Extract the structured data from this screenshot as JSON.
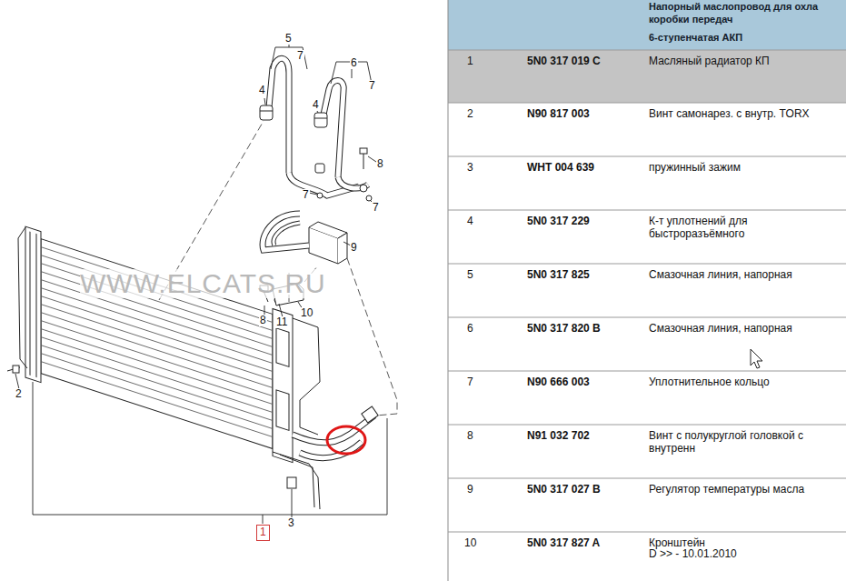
{
  "diagram": {
    "nodes": [
      {
        "text": [
          "1"
        ]
      }
    ],
    "labels": [
      "Напорный маслопровод для охла",
      "коробки передач",
      "6-ступенчатая АКП",
      "1",
      "5N0 317 019 C",
      "Масляный радиатор КП",
      "2",
      "N90 817 003",
      "Винт самонарез. с внутр. TORX",
      "3",
      "WHT 004 639",
      "пружинный зажим",
      "4",
      "5N0 317 229",
      "К-т уплотнений для быстроразъёмного",
      "5",
      "5N0 317 825",
      "Смазочная линия, напорная",
      "6",
      "5N0 317 820 B",
      "Смазочная линия, напорная",
      "7",
      "N90 666 003",
      "Уплотнительное кольцо",
      "8",
      "N91 032 702",
      "Винт с полукруглой головкой с внутренн",
      "9",
      "5N0 317 027 B",
      "Регулятор температуры масла",
      "10",
      "5N0 317 827 A",
      "Кронштейн",
      "D >> - 10.01.2010",
      "5",
      "7",
      "6",
      "7",
      "4",
      "4",
      "8",
      "7",
      "7",
      "9",
      "8",
      "11",
      "10",
      "2",
      "3",
      "WWW.ELCATS.RU"
    ]
  }
}
